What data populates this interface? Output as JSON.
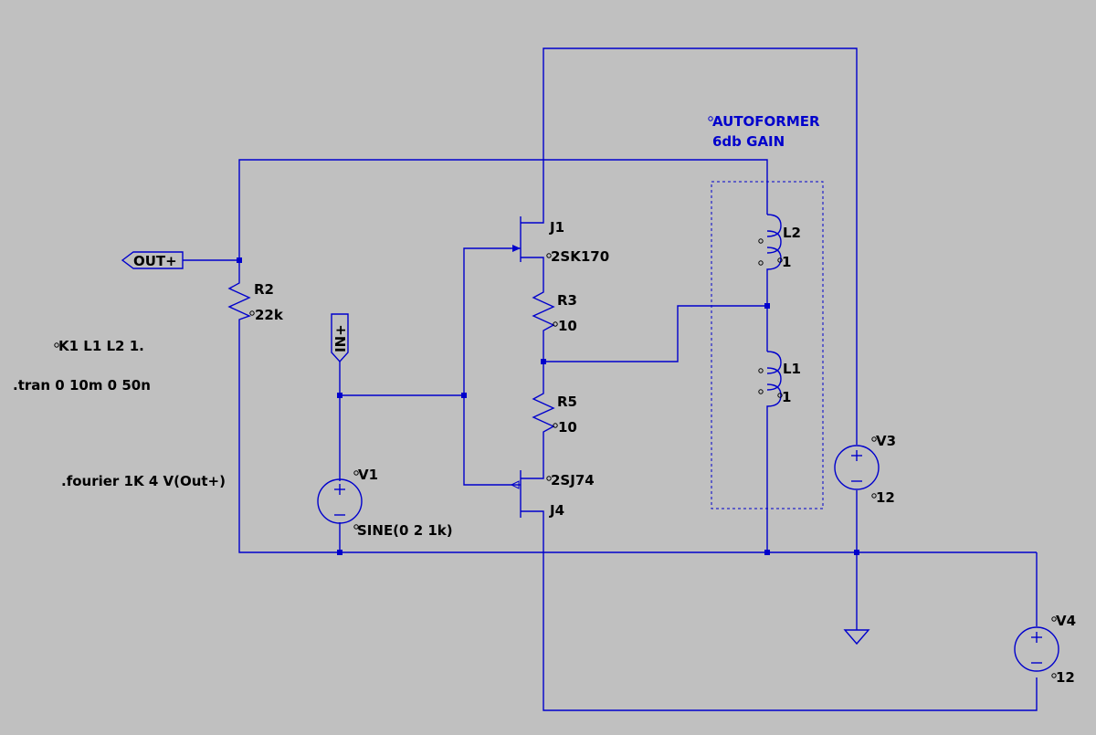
{
  "netlabels": {
    "out": "OUT+",
    "in": "IN+"
  },
  "components": {
    "r2": {
      "name": "R2",
      "value": "22k"
    },
    "r3": {
      "name": "R3",
      "value": "10"
    },
    "r5": {
      "name": "R5",
      "value": "10"
    },
    "j1": {
      "name": "J1",
      "model": "2SK170"
    },
    "j4": {
      "name": "J4",
      "model": "2SJ74"
    },
    "l1": {
      "name": "L1",
      "value": "1"
    },
    "l2": {
      "name": "L2",
      "value": "1"
    },
    "v1": {
      "name": "V1",
      "value": "SINE(0 2 1k)"
    },
    "v3": {
      "name": "V3",
      "value": "12"
    },
    "v4": {
      "name": "V4",
      "value": "12"
    }
  },
  "directives": {
    "coupling": "K1 L1 L2 1.",
    "tran": ".tran 0 10m 0 50n",
    "fourier": ".fourier 1K 4 V(Out+)"
  },
  "annotation": {
    "line1": "AUTOFORMER",
    "line2": "6db GAIN"
  },
  "colors": {
    "background": "#c0c0c0",
    "wire": "#0000cc",
    "text": "#000000",
    "annotation": "#0000cc"
  }
}
